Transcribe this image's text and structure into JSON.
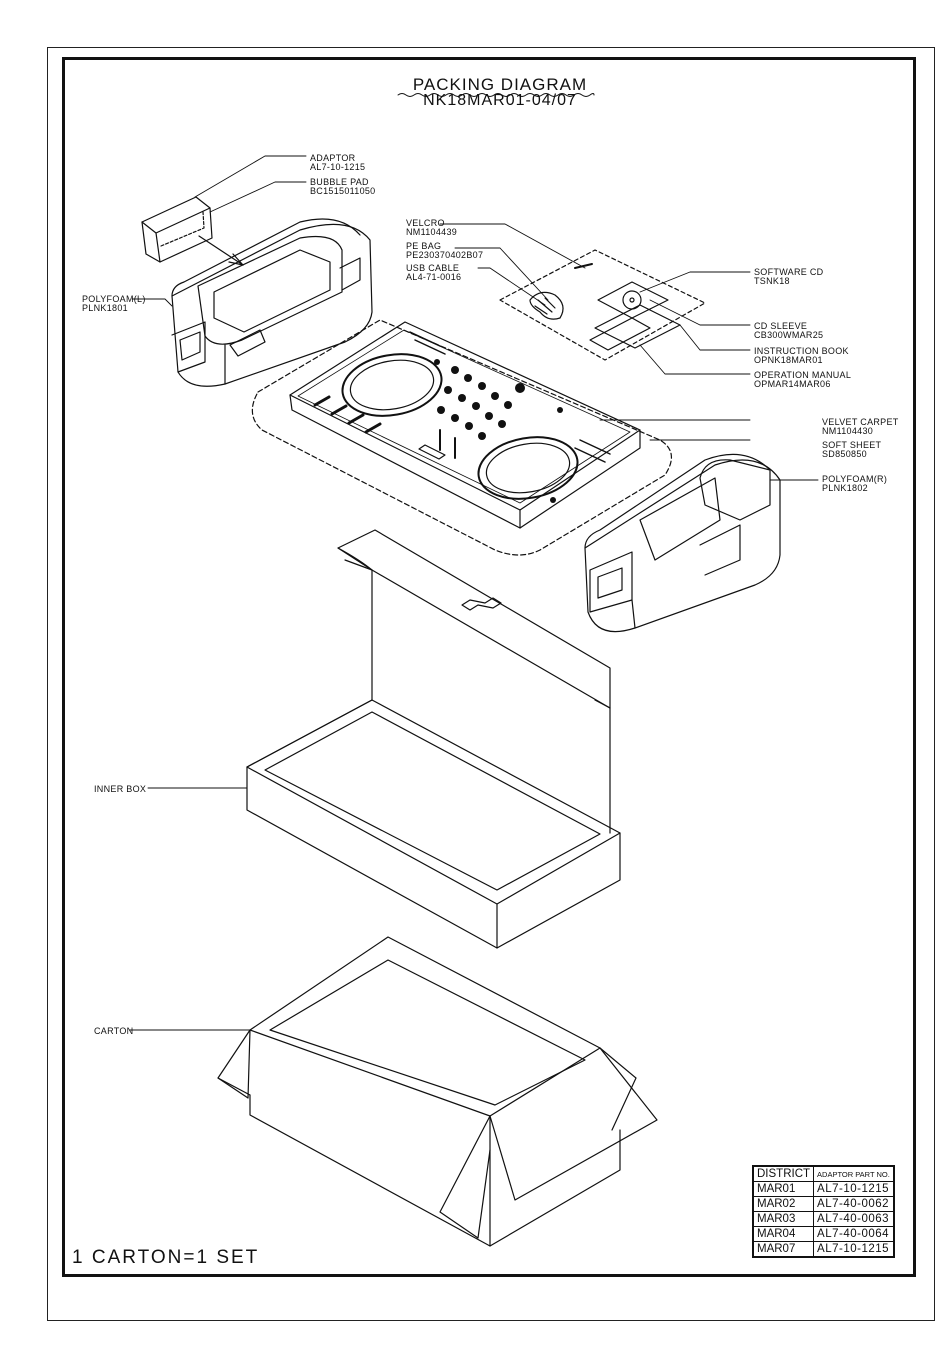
{
  "title": "PACKING DIAGRAM",
  "model": "NK18MAR01-04/07",
  "footer": "1 CARTON=1 SET",
  "parts": {
    "adaptor": {
      "name": "ADAPTOR",
      "code": "AL7-10-1215"
    },
    "bubble_pad": {
      "name": "BUBBLE PAD",
      "code": "BC1515011050"
    },
    "polyfoam_l": {
      "name": "POLYFOAM(L)",
      "code": "PLNK1801"
    },
    "velcro": {
      "name": "VELCRO",
      "code": "NM1104439"
    },
    "pe_bag": {
      "name": "PE BAG",
      "code": "PE230370402B07"
    },
    "usb_cable": {
      "name": "USB CABLE",
      "code": "AL4-71-0016"
    },
    "software_cd": {
      "name": "SOFTWARE CD",
      "code": "TSNK18"
    },
    "cd_sleeve": {
      "name": "CD SLEEVE",
      "code": "CB300WMAR25"
    },
    "instruction_book": {
      "name": "INSTRUCTION BOOK",
      "code": "OPNK18MAR01"
    },
    "operation_manual": {
      "name": "OPERATION MANUAL",
      "code": "OPMAR14MAR06"
    },
    "velvet_carpet": {
      "name": "VELVET CARPET",
      "code": "NM1104430"
    },
    "soft_sheet": {
      "name": "SOFT SHEET",
      "code": "SD850850"
    },
    "polyfoam_r": {
      "name": "POLYFOAM(R)",
      "code": "PLNK1802"
    },
    "inner_box": {
      "name": "INNER BOX"
    },
    "carton": {
      "name": "CARTON"
    }
  },
  "district_table": {
    "headers": [
      "DISTRICT",
      "ADAPTOR PART NO."
    ],
    "rows": [
      [
        "MAR01",
        "AL7-10-1215"
      ],
      [
        "MAR02",
        "AL7-40-0062"
      ],
      [
        "MAR03",
        "AL7-40-0063"
      ],
      [
        "MAR04",
        "AL7-40-0064"
      ],
      [
        "MAR07",
        "AL7-10-1215"
      ]
    ]
  }
}
